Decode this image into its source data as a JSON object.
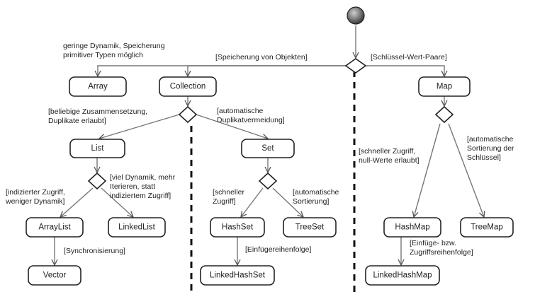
{
  "nodes": {
    "array": "Array",
    "collection": "Collection",
    "map": "Map",
    "list": "List",
    "set": "Set",
    "arraylist": "ArrayList",
    "linkedlist": "LinkedList",
    "vector": "Vector",
    "hashset": "HashSet",
    "treeset": "TreeSet",
    "linkedhashset": "LinkedHashSet",
    "hashmap": "HashMap",
    "treemap": "TreeMap",
    "linkedhashmap": "LinkedHashMap"
  },
  "labels": {
    "array_note": [
      "geringe Dynamik, Speicherung",
      "primitiver Typen möglich"
    ],
    "objects": "[Speicherung von Objekten]",
    "keyvalue": "[Schlüssel-Wert-Paare]",
    "list_cond": [
      "[beliebige Zusammensetzung,",
      "Duplikate erlaubt]"
    ],
    "set_cond": [
      "[automatische",
      "Duplikatvermeidung]"
    ],
    "indexed": [
      "[indizierter Zugriff,",
      "weniger Dynamik]"
    ],
    "iterate": [
      "[viel Dynamik, mehr",
      "Iterieren, statt",
      "indiziertem Zugriff]"
    ],
    "sync": "[Synchronisierung]",
    "fast_set": [
      "[schneller",
      "Zugriff]"
    ],
    "auto_sort": [
      "[automatische",
      "Sortierung]"
    ],
    "insert_order": "[Einfügereihenfolge]",
    "fast_map": [
      "[schneller Zugriff,",
      "null-Werte erlaubt]"
    ],
    "auto_sort_keys": [
      "[automatische",
      "Sortierung der",
      "Schlüssel]"
    ],
    "access_order": [
      "[Einfüge- bzw.",
      "Zugriffsreihenfolge]"
    ]
  }
}
